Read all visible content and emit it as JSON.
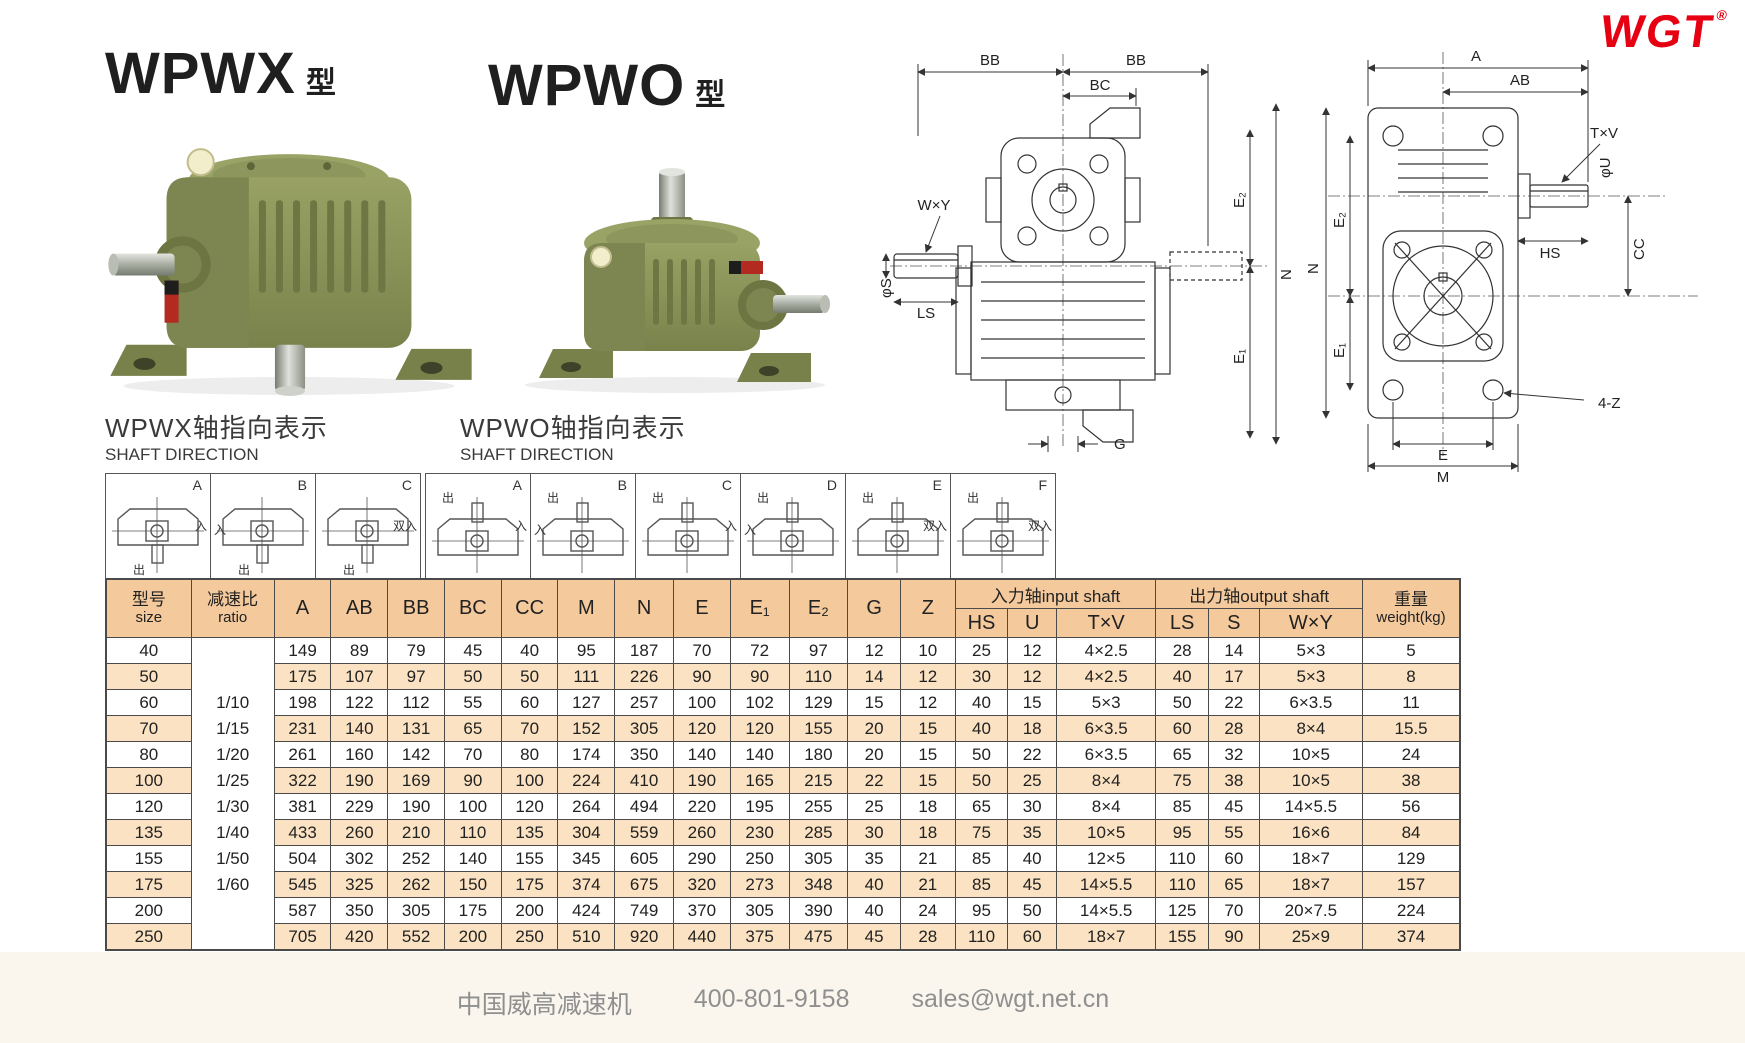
{
  "brand": {
    "name": "WGT",
    "reg": "®",
    "color": "#e60012"
  },
  "titles": {
    "wpwx_model": "WPWX",
    "wpwo_model": "WPWO",
    "type_suffix": "型"
  },
  "shaft_sections": {
    "wpwx": {
      "title_cn": "WPWX轴指向表示",
      "title_en": "SHAFT DIRECTION",
      "shaft": "down",
      "boxes": [
        {
          "letter": "A",
          "marks": [
            {
              "t": "入",
              "pos": "mid-right"
            },
            {
              "t": "出",
              "pos": "bottom-left"
            }
          ]
        },
        {
          "letter": "B",
          "marks": [
            {
              "t": "入",
              "pos": "mid-left"
            },
            {
              "t": "出",
              "pos": "bottom-left"
            }
          ]
        },
        {
          "letter": "C",
          "marks": [
            {
              "t": "双入",
              "pos": "mid-right"
            },
            {
              "t": "出",
              "pos": "bottom-left"
            }
          ]
        }
      ]
    },
    "wpwo": {
      "title_cn": "WPWO轴指向表示",
      "title_en": "SHAFT DIRECTION",
      "shaft": "up",
      "boxes": [
        {
          "letter": "A",
          "marks": [
            {
              "t": "出",
              "pos": "top-left"
            },
            {
              "t": "入",
              "pos": "mid-right"
            }
          ]
        },
        {
          "letter": "B",
          "marks": [
            {
              "t": "出",
              "pos": "top-left"
            },
            {
              "t": "入",
              "pos": "mid-left"
            }
          ]
        },
        {
          "letter": "C",
          "marks": [
            {
              "t": "出",
              "pos": "top-left"
            },
            {
              "t": "入",
              "pos": "mid-right"
            }
          ]
        },
        {
          "letter": "D",
          "marks": [
            {
              "t": "出",
              "pos": "top-left"
            },
            {
              "t": "入",
              "pos": "mid-left"
            }
          ]
        },
        {
          "letter": "E",
          "marks": [
            {
              "t": "出",
              "pos": "top-left"
            },
            {
              "t": "双入",
              "pos": "mid-right"
            }
          ]
        },
        {
          "letter": "F",
          "marks": [
            {
              "t": "出",
              "pos": "top-left"
            },
            {
              "t": "双入",
              "pos": "mid-right"
            }
          ]
        }
      ]
    }
  },
  "drawings": {
    "front": {
      "bb_left": "BB",
      "bb_right": "BB",
      "bc": "BC",
      "wxy": "W×Y",
      "phi_s": "φS",
      "ls": "LS",
      "n": "N",
      "e2": "E₂",
      "e1": "E₁",
      "g": "G"
    },
    "top": {
      "a": "A",
      "ab": "AB",
      "txv": "T×V",
      "phi_u": "φU",
      "hs": "HS",
      "cc": "CC",
      "n": "N",
      "e2": "E₂",
      "e1": "E₁",
      "four_z": "4-Z",
      "e": "E",
      "m": "M"
    }
  },
  "table": {
    "headers": {
      "size_cn": "型号",
      "size_en": "size",
      "ratio_cn": "减速比",
      "ratio_en": "ratio",
      "dims": [
        "A",
        "AB",
        "BB",
        "BC",
        "CC",
        "M",
        "N",
        "E",
        "E₁",
        "E₂",
        "G",
        "Z"
      ],
      "input_group": "入力轴input shaft",
      "output_group": "出力轴output shaft",
      "input_sub": [
        "HS",
        "U",
        "T×V"
      ],
      "output_sub": [
        "LS",
        "S",
        "W×Y"
      ],
      "weight_cn": "重量",
      "weight_en": "weight(kg)"
    },
    "rows": [
      [
        "40",
        "",
        "149",
        "89",
        "79",
        "45",
        "40",
        "95",
        "187",
        "70",
        "72",
        "97",
        "12",
        "10",
        "25",
        "12",
        "4×2.5",
        "28",
        "14",
        "5×3",
        "5"
      ],
      [
        "50",
        "",
        "175",
        "107",
        "97",
        "50",
        "50",
        "111",
        "226",
        "90",
        "90",
        "110",
        "14",
        "12",
        "30",
        "12",
        "4×2.5",
        "40",
        "17",
        "5×3",
        "8"
      ],
      [
        "60",
        "1/10",
        "198",
        "122",
        "112",
        "55",
        "60",
        "127",
        "257",
        "100",
        "102",
        "129",
        "15",
        "12",
        "40",
        "15",
        "5×3",
        "50",
        "22",
        "6×3.5",
        "11"
      ],
      [
        "70",
        "1/15",
        "231",
        "140",
        "131",
        "65",
        "70",
        "152",
        "305",
        "120",
        "120",
        "155",
        "20",
        "15",
        "40",
        "18",
        "6×3.5",
        "60",
        "28",
        "8×4",
        "15.5"
      ],
      [
        "80",
        "1/20",
        "261",
        "160",
        "142",
        "70",
        "80",
        "174",
        "350",
        "140",
        "140",
        "180",
        "20",
        "15",
        "50",
        "22",
        "6×3.5",
        "65",
        "32",
        "10×5",
        "24"
      ],
      [
        "100",
        "1/25",
        "322",
        "190",
        "169",
        "90",
        "100",
        "224",
        "410",
        "190",
        "165",
        "215",
        "22",
        "15",
        "50",
        "25",
        "8×4",
        "75",
        "38",
        "10×5",
        "38"
      ],
      [
        "120",
        "1/30",
        "381",
        "229",
        "190",
        "100",
        "120",
        "264",
        "494",
        "220",
        "195",
        "255",
        "25",
        "18",
        "65",
        "30",
        "8×4",
        "85",
        "45",
        "14×5.5",
        "56"
      ],
      [
        "135",
        "1/40",
        "433",
        "260",
        "210",
        "110",
        "135",
        "304",
        "559",
        "260",
        "230",
        "285",
        "30",
        "18",
        "75",
        "35",
        "10×5",
        "95",
        "55",
        "16×6",
        "84"
      ],
      [
        "155",
        "1/50",
        "504",
        "302",
        "252",
        "140",
        "155",
        "345",
        "605",
        "290",
        "250",
        "305",
        "35",
        "21",
        "85",
        "40",
        "12×5",
        "110",
        "60",
        "18×7",
        "129"
      ],
      [
        "175",
        "1/60",
        "545",
        "325",
        "262",
        "150",
        "175",
        "374",
        "675",
        "320",
        "273",
        "348",
        "40",
        "21",
        "85",
        "45",
        "14×5.5",
        "110",
        "65",
        "18×7",
        "157"
      ],
      [
        "200",
        "",
        "587",
        "350",
        "305",
        "175",
        "200",
        "424",
        "749",
        "370",
        "305",
        "390",
        "40",
        "24",
        "95",
        "50",
        "14×5.5",
        "125",
        "70",
        "20×7.5",
        "224"
      ],
      [
        "250",
        "",
        "705",
        "420",
        "552",
        "200",
        "250",
        "510",
        "920",
        "440",
        "375",
        "475",
        "45",
        "28",
        "110",
        "60",
        "18×7",
        "155",
        "90",
        "25×9",
        "374"
      ]
    ]
  },
  "footer": {
    "company": "中国威高减速机",
    "phone": "400-801-9158",
    "email": "sales@wgt.net.cn"
  }
}
